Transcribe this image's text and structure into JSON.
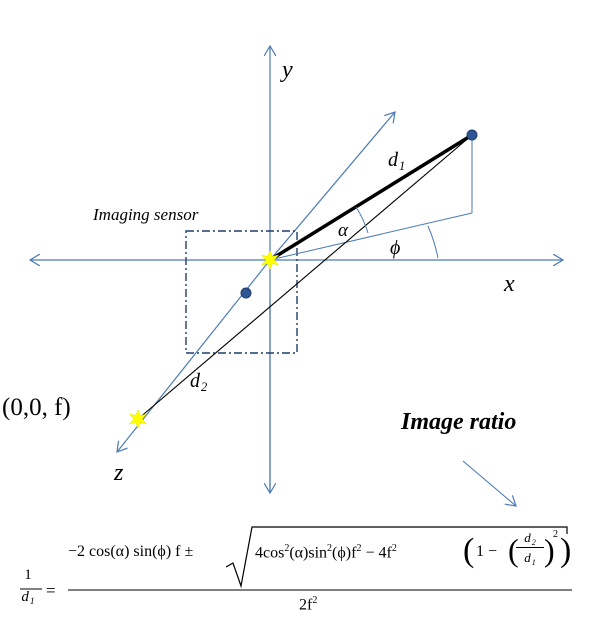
{
  "labels": {
    "y_axis": "y",
    "x_axis": "x",
    "z_axis": "z",
    "d1": "d",
    "d1_sub": "1",
    "d2": "d",
    "d2_sub": "2",
    "alpha": "α",
    "phi": "ϕ",
    "imaging_sensor": "Imaging sensor",
    "origin_point": "(0,0, f)",
    "image_ratio": "Image ratio"
  },
  "formula": {
    "lhs_num": "1",
    "lhs_den": "d",
    "lhs_den_sub": "1",
    "equals": "=",
    "numerator_left": "−2 cos(α) sin(ϕ) f ±",
    "sqrt_inner_a": "4cos",
    "sqrt_inner_b": "(α)sin",
    "sqrt_inner_c": "(ϕ)f",
    "sqrt_inner_d": " − 4f",
    "sup2": "2",
    "paren_open": "(",
    "paren_close": ")",
    "one_minus": "1 − ",
    "inner_frac_num": "d",
    "inner_frac_num_sub": "2",
    "inner_frac_den": "d",
    "inner_frac_den_sub": "1",
    "denominator": "2f",
    "den_sup": "2"
  },
  "colors": {
    "axis": "#4a7ab5",
    "sensor_box": "#1f3f6a",
    "dot": "#2f5597",
    "star": "#ffff00",
    "thick_line": "#000000",
    "thin_line": "#000000"
  }
}
